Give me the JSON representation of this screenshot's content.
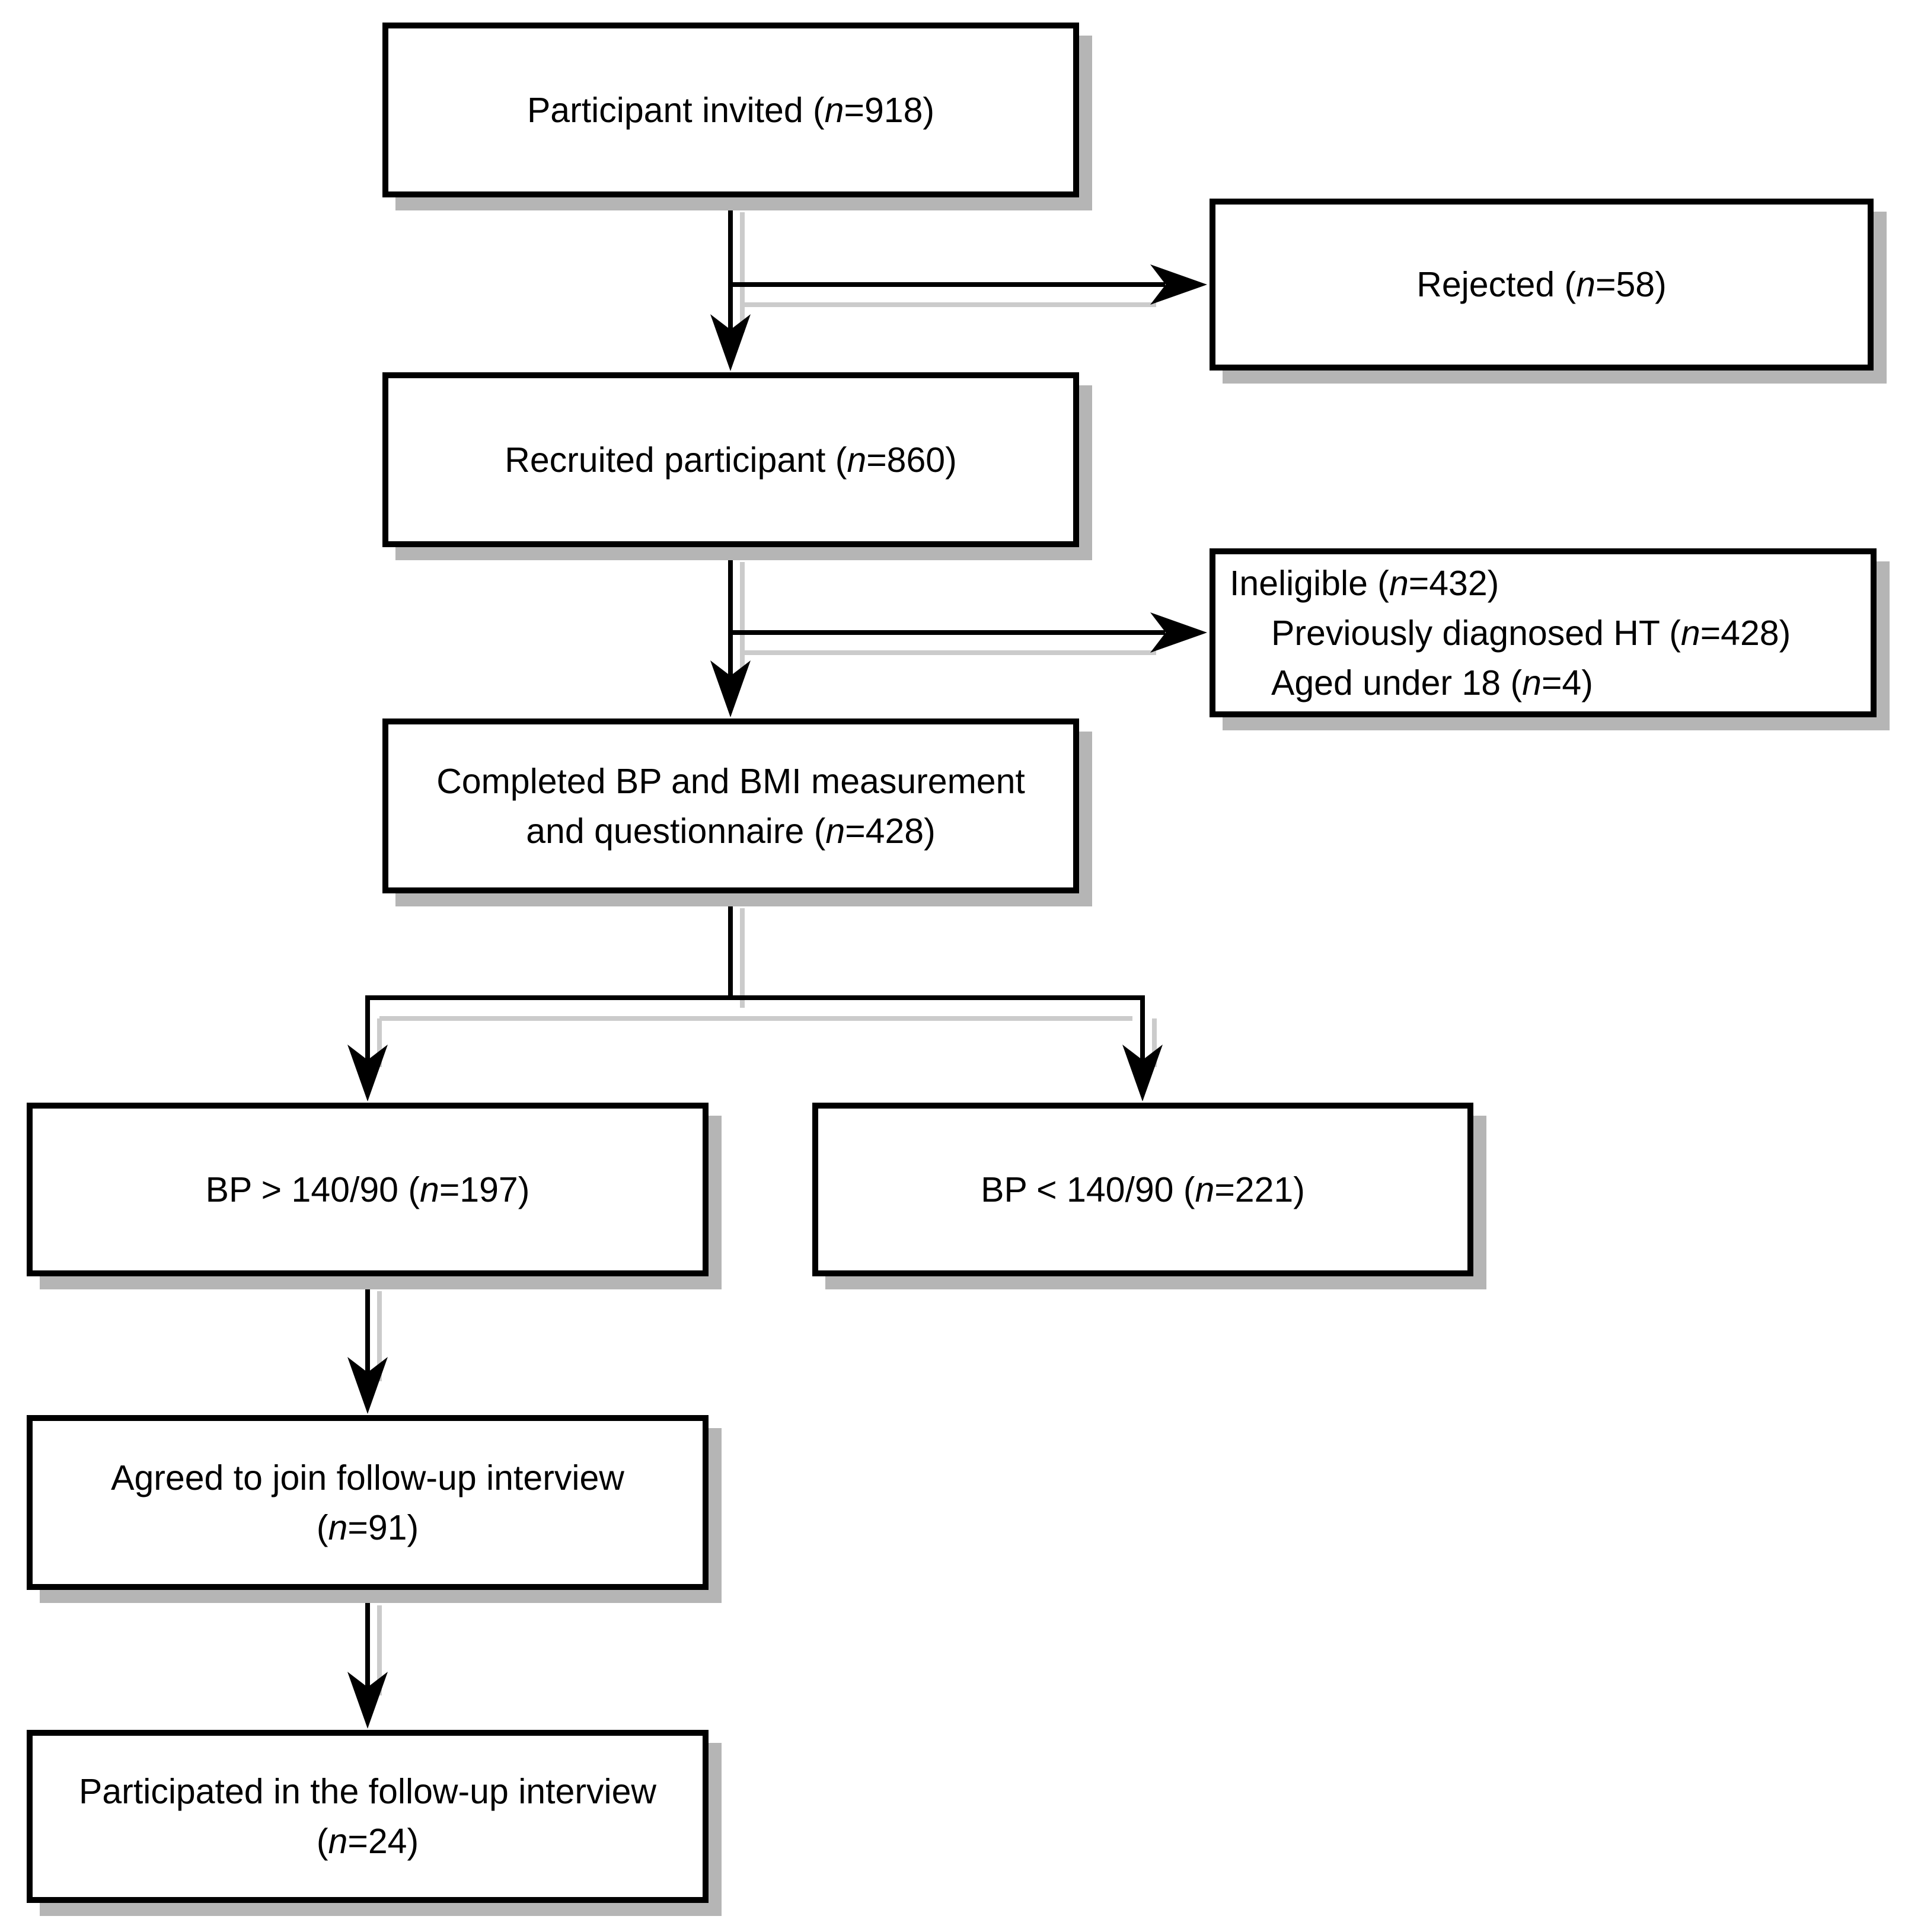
{
  "figure": {
    "type": "participant-flow-diagram",
    "background": "#ffffff"
  },
  "colors": {
    "box_border": "#000000",
    "box_fill": "#ffffff",
    "box_shadow": "#b5b5b5",
    "connector_line": "#000000",
    "connector_echo": "#cbcbcb",
    "text": "#000000"
  },
  "boxes": {
    "invited": {
      "pre": "Participant invited (",
      "n": "n",
      "post": "=918)"
    },
    "rejected": {
      "pre": "Rejected (",
      "n": "n",
      "post": "=58)"
    },
    "recruited": {
      "pre": "Recruited participant (",
      "n": "n",
      "post": "=860)"
    },
    "ineligible": {
      "l1_pre": "Ineligible (",
      "l1_n": "n",
      "l1_post": "=432)",
      "l2_pre": "Previously diagnosed HT (",
      "l2_n": "n",
      "l2_post": "=428)",
      "l3_pre": "Aged under 18 (",
      "l3_n": "n",
      "l3_post": "=4)"
    },
    "completed": {
      "l1": "Completed BP and BMI measurement",
      "l2_pre": "and questionnaire (",
      "l2_n": "n",
      "l2_post": "=428)"
    },
    "bp_high": {
      "pre": "BP > 140/90 (",
      "n": "n",
      "post": "=197)"
    },
    "bp_low": {
      "pre": "BP < 140/90 (",
      "n": "n",
      "post": "=221)"
    },
    "agreed": {
      "l1": "Agreed to join follow-up interview",
      "l2_pre": "(",
      "l2_n": "n",
      "l2_post": "=91)"
    },
    "participated": {
      "l1": "Participated in the follow-up interview",
      "l2_pre": "(",
      "l2_n": "n",
      "l2_post": "=24)"
    }
  }
}
